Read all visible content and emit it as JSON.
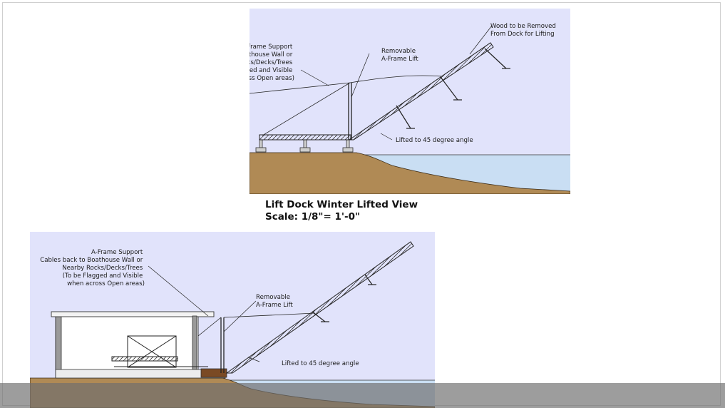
{
  "view_title": "Lift Dock Winter Lifted View",
  "view_scale": "Scale: 1/8\"= 1'-0\"",
  "colors": {
    "sky": "#e1e3fb",
    "water": "#c9def3",
    "soil": "#b08a55",
    "slab": "#ececec",
    "linework": "#2b2b2b"
  },
  "top_view": {
    "aframe_support_label": [
      "A-Frame Support",
      "Cables back to Boathouse Wall or",
      "Nearby Rocks/Decks/Trees",
      "(To be Flagged and Visible",
      "when across Open areas)"
    ],
    "aframe_lift_label": [
      "Removable",
      "A-Frame Lift"
    ],
    "wood_label": [
      "Wood to be Removed",
      "From Dock for Lifting"
    ],
    "angle_label": "Lifted to 45 degree angle"
  },
  "bottom_view": {
    "aframe_support_label": [
      "A-Frame Support",
      "Cables back to Boathouse Wall or",
      "Nearby Rocks/Decks/Trees",
      "(To be Flagged and Visible",
      "when across Open areas)"
    ],
    "aframe_lift_label": [
      "Removable",
      "A-Frame Lift"
    ],
    "angle_label": "Lifted to 45 degree angle"
  }
}
